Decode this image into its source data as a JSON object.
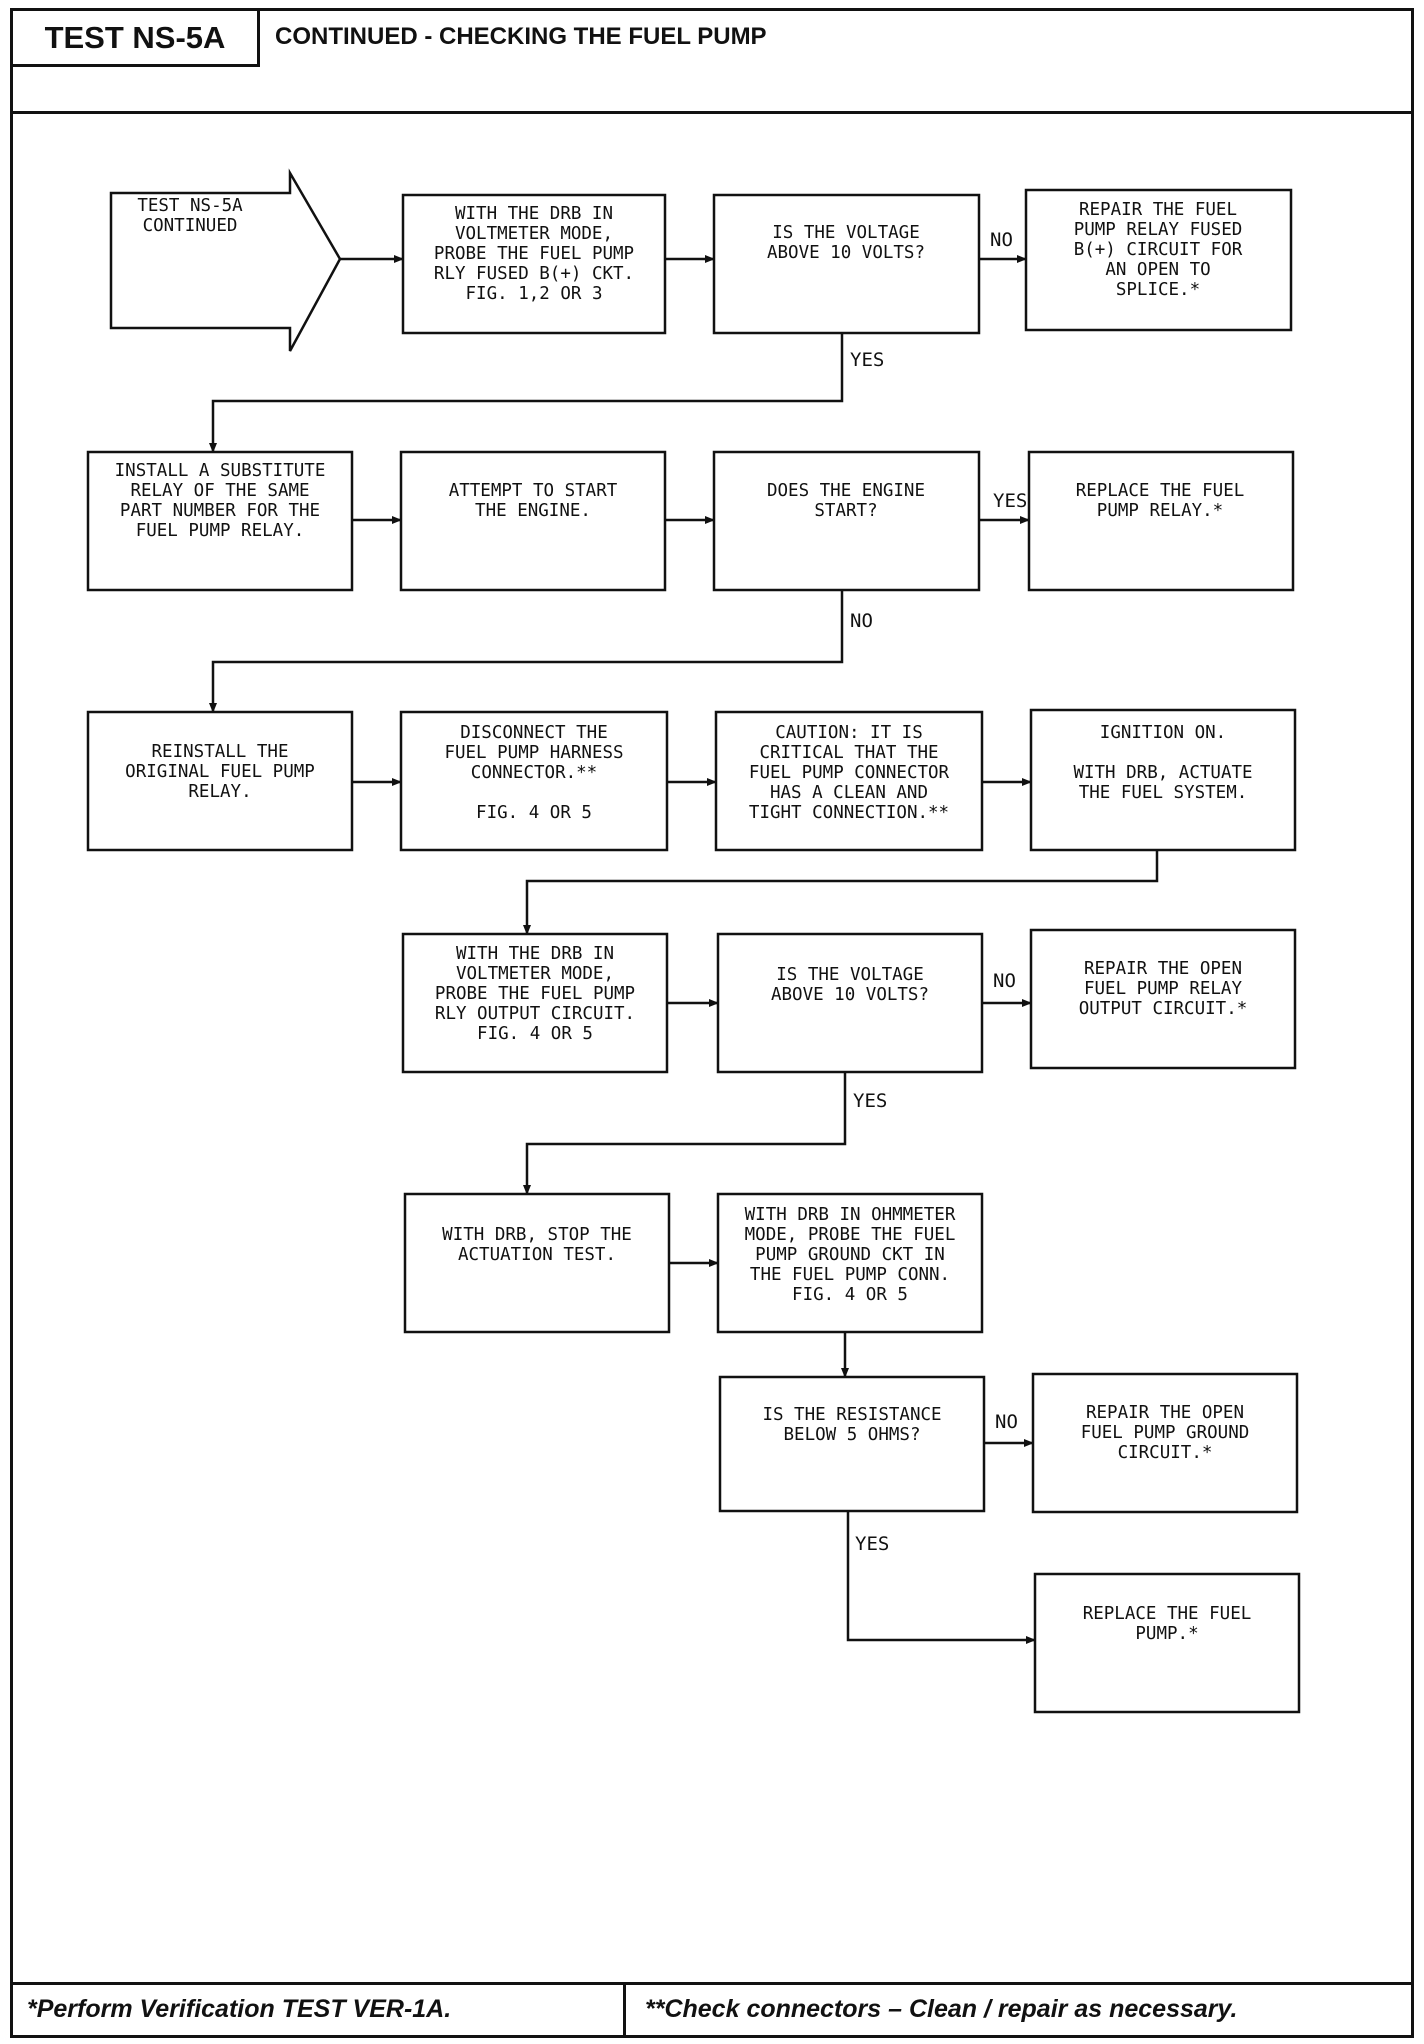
{
  "header": {
    "test_id": "TEST NS-5A",
    "title": "CONTINUED - CHECKING THE FUEL PUMP"
  },
  "footer": {
    "left": "*Perform Verification TEST VER-1A.",
    "right": "**Check connectors – Clean / repair as necessary."
  },
  "flowchart": {
    "nodes": {
      "start": [
        "TEST NS-5A",
        "CONTINUED"
      ],
      "probe_b_plus": [
        "WITH THE DRB IN",
        "VOLTMETER MODE,",
        "PROBE THE FUEL PUMP",
        "RLY FUSED B(+) CKT.",
        "FIG. 1,2 OR 3"
      ],
      "q_voltage_1": [
        "IS THE VOLTAGE",
        "ABOVE 10 VOLTS?"
      ],
      "repair_b_plus": [
        "REPAIR THE FUEL",
        "PUMP RELAY FUSED",
        "B(+) CIRCUIT FOR",
        "AN OPEN TO",
        "SPLICE.*"
      ],
      "install_relay": [
        "INSTALL A SUBSTITUTE",
        "RELAY OF THE SAME",
        "PART NUMBER FOR THE",
        "FUEL PUMP RELAY."
      ],
      "attempt_start": [
        "ATTEMPT TO START",
        "THE ENGINE."
      ],
      "q_engine_start": [
        "DOES THE ENGINE",
        "START?"
      ],
      "replace_relay": [
        "REPLACE THE FUEL",
        "PUMP RELAY.*"
      ],
      "reinstall_relay": [
        "REINSTALL THE",
        "ORIGINAL FUEL PUMP",
        "RELAY."
      ],
      "disconnect_harness": [
        "DISCONNECT THE",
        "FUEL PUMP HARNESS",
        "CONNECTOR.**",
        "",
        "FIG. 4 OR 5"
      ],
      "caution": [
        "CAUTION: IT IS",
        "CRITICAL THAT THE",
        "FUEL PUMP CONNECTOR",
        "HAS A CLEAN AND",
        "TIGHT CONNECTION.**"
      ],
      "ignition_on": [
        "IGNITION ON.",
        "",
        "WITH DRB, ACTUATE",
        "THE FUEL SYSTEM."
      ],
      "probe_output": [
        "WITH THE DRB IN",
        "VOLTMETER MODE,",
        "PROBE THE FUEL PUMP",
        "RLY OUTPUT CIRCUIT.",
        "FIG. 4 OR 5"
      ],
      "q_voltage_2": [
        "IS THE VOLTAGE",
        "ABOVE 10 VOLTS?"
      ],
      "repair_output": [
        "REPAIR THE OPEN",
        "FUEL PUMP RELAY",
        "OUTPUT CIRCUIT.*"
      ],
      "stop_actuation": [
        "WITH DRB, STOP THE",
        "ACTUATION TEST."
      ],
      "probe_ground": [
        "WITH DRB IN OHMMETER",
        "MODE, PROBE THE FUEL",
        "PUMP GROUND CKT IN",
        "THE FUEL PUMP CONN.",
        "FIG. 4 OR 5"
      ],
      "q_resistance": [
        "IS THE RESISTANCE",
        "BELOW 5 OHMS?"
      ],
      "repair_ground": [
        "REPAIR THE OPEN",
        "FUEL PUMP GROUND",
        "CIRCUIT.*"
      ],
      "replace_pump": [
        "REPLACE THE FUEL",
        "PUMP.*"
      ]
    },
    "labels": {
      "no_1": "NO",
      "yes_1": "YES",
      "yes_2": "YES",
      "no_2": "NO",
      "no_3": "NO",
      "yes_3": "YES",
      "no_4": "NO",
      "yes_4": "YES"
    }
  }
}
